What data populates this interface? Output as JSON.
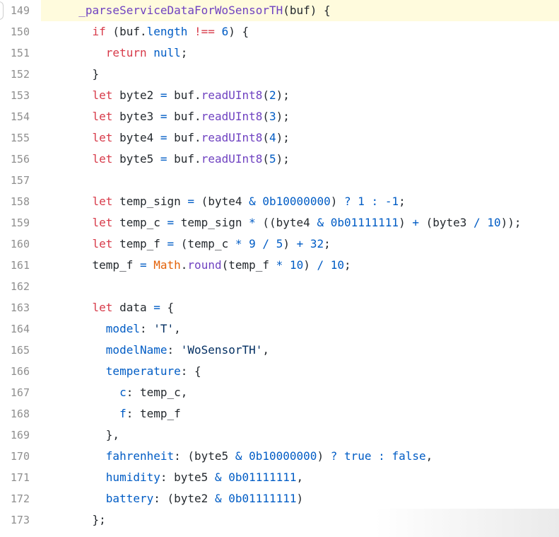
{
  "editor": {
    "highlighted_line": 149,
    "lines": [
      {
        "num": "149",
        "tokens": [
          {
            "t": "  _parseServiceDataForWoSensorTH",
            "k": "fn"
          },
          {
            "t": "(buf) {",
            "k": "plain"
          }
        ]
      },
      {
        "num": "150",
        "tokens": [
          {
            "t": "    ",
            "k": "plain"
          },
          {
            "t": "if",
            "k": "kw"
          },
          {
            "t": " (buf.",
            "k": "plain"
          },
          {
            "t": "length",
            "k": "prop"
          },
          {
            "t": " ",
            "k": "plain"
          },
          {
            "t": "!==",
            "k": "kw"
          },
          {
            "t": " ",
            "k": "plain"
          },
          {
            "t": "6",
            "k": "num"
          },
          {
            "t": ") {",
            "k": "plain"
          }
        ]
      },
      {
        "num": "151",
        "tokens": [
          {
            "t": "      ",
            "k": "plain"
          },
          {
            "t": "return",
            "k": "kw"
          },
          {
            "t": " ",
            "k": "plain"
          },
          {
            "t": "null",
            "k": "num"
          },
          {
            "t": ";",
            "k": "plain"
          }
        ]
      },
      {
        "num": "152",
        "tokens": [
          {
            "t": "    }",
            "k": "plain"
          }
        ]
      },
      {
        "num": "153",
        "tokens": [
          {
            "t": "    ",
            "k": "plain"
          },
          {
            "t": "let",
            "k": "kw"
          },
          {
            "t": " byte2 ",
            "k": "plain"
          },
          {
            "t": "=",
            "k": "op"
          },
          {
            "t": " buf.",
            "k": "plain"
          },
          {
            "t": "readUInt8",
            "k": "fn"
          },
          {
            "t": "(",
            "k": "plain"
          },
          {
            "t": "2",
            "k": "num"
          },
          {
            "t": ");",
            "k": "plain"
          }
        ]
      },
      {
        "num": "154",
        "tokens": [
          {
            "t": "    ",
            "k": "plain"
          },
          {
            "t": "let",
            "k": "kw"
          },
          {
            "t": " byte3 ",
            "k": "plain"
          },
          {
            "t": "=",
            "k": "op"
          },
          {
            "t": " buf.",
            "k": "plain"
          },
          {
            "t": "readUInt8",
            "k": "fn"
          },
          {
            "t": "(",
            "k": "plain"
          },
          {
            "t": "3",
            "k": "num"
          },
          {
            "t": ");",
            "k": "plain"
          }
        ]
      },
      {
        "num": "155",
        "tokens": [
          {
            "t": "    ",
            "k": "plain"
          },
          {
            "t": "let",
            "k": "kw"
          },
          {
            "t": " byte4 ",
            "k": "plain"
          },
          {
            "t": "=",
            "k": "op"
          },
          {
            "t": " buf.",
            "k": "plain"
          },
          {
            "t": "readUInt8",
            "k": "fn"
          },
          {
            "t": "(",
            "k": "plain"
          },
          {
            "t": "4",
            "k": "num"
          },
          {
            "t": ");",
            "k": "plain"
          }
        ]
      },
      {
        "num": "156",
        "tokens": [
          {
            "t": "    ",
            "k": "plain"
          },
          {
            "t": "let",
            "k": "kw"
          },
          {
            "t": " byte5 ",
            "k": "plain"
          },
          {
            "t": "=",
            "k": "op"
          },
          {
            "t": " buf.",
            "k": "plain"
          },
          {
            "t": "readUInt8",
            "k": "fn"
          },
          {
            "t": "(",
            "k": "plain"
          },
          {
            "t": "5",
            "k": "num"
          },
          {
            "t": ");",
            "k": "plain"
          }
        ]
      },
      {
        "num": "157",
        "tokens": []
      },
      {
        "num": "158",
        "tokens": [
          {
            "t": "    ",
            "k": "plain"
          },
          {
            "t": "let",
            "k": "kw"
          },
          {
            "t": " temp_sign ",
            "k": "plain"
          },
          {
            "t": "=",
            "k": "op"
          },
          {
            "t": " (byte4 ",
            "k": "plain"
          },
          {
            "t": "&",
            "k": "op"
          },
          {
            "t": " ",
            "k": "plain"
          },
          {
            "t": "0b10000000",
            "k": "num"
          },
          {
            "t": ") ",
            "k": "plain"
          },
          {
            "t": "?",
            "k": "op"
          },
          {
            "t": " ",
            "k": "plain"
          },
          {
            "t": "1",
            "k": "num"
          },
          {
            "t": " ",
            "k": "plain"
          },
          {
            "t": ":",
            "k": "op"
          },
          {
            "t": " ",
            "k": "plain"
          },
          {
            "t": "-1",
            "k": "num"
          },
          {
            "t": ";",
            "k": "plain"
          }
        ]
      },
      {
        "num": "159",
        "tokens": [
          {
            "t": "    ",
            "k": "plain"
          },
          {
            "t": "let",
            "k": "kw"
          },
          {
            "t": " temp_c ",
            "k": "plain"
          },
          {
            "t": "=",
            "k": "op"
          },
          {
            "t": " temp_sign ",
            "k": "plain"
          },
          {
            "t": "*",
            "k": "op"
          },
          {
            "t": " ((byte4 ",
            "k": "plain"
          },
          {
            "t": "&",
            "k": "op"
          },
          {
            "t": " ",
            "k": "plain"
          },
          {
            "t": "0b01111111",
            "k": "num"
          },
          {
            "t": ") ",
            "k": "plain"
          },
          {
            "t": "+",
            "k": "op"
          },
          {
            "t": " (byte3 ",
            "k": "plain"
          },
          {
            "t": "/",
            "k": "op"
          },
          {
            "t": " ",
            "k": "plain"
          },
          {
            "t": "10",
            "k": "num"
          },
          {
            "t": "));",
            "k": "plain"
          }
        ]
      },
      {
        "num": "160",
        "tokens": [
          {
            "t": "    ",
            "k": "plain"
          },
          {
            "t": "let",
            "k": "kw"
          },
          {
            "t": " temp_f ",
            "k": "plain"
          },
          {
            "t": "=",
            "k": "op"
          },
          {
            "t": " (temp_c ",
            "k": "plain"
          },
          {
            "t": "*",
            "k": "op"
          },
          {
            "t": " ",
            "k": "plain"
          },
          {
            "t": "9",
            "k": "num"
          },
          {
            "t": " ",
            "k": "plain"
          },
          {
            "t": "/",
            "k": "op"
          },
          {
            "t": " ",
            "k": "plain"
          },
          {
            "t": "5",
            "k": "num"
          },
          {
            "t": ") ",
            "k": "plain"
          },
          {
            "t": "+",
            "k": "op"
          },
          {
            "t": " ",
            "k": "plain"
          },
          {
            "t": "32",
            "k": "num"
          },
          {
            "t": ";",
            "k": "plain"
          }
        ]
      },
      {
        "num": "161",
        "tokens": [
          {
            "t": "    temp_f ",
            "k": "plain"
          },
          {
            "t": "=",
            "k": "op"
          },
          {
            "t": " ",
            "k": "plain"
          },
          {
            "t": "Math",
            "k": "cls"
          },
          {
            "t": ".",
            "k": "plain"
          },
          {
            "t": "round",
            "k": "fn"
          },
          {
            "t": "(temp_f ",
            "k": "plain"
          },
          {
            "t": "*",
            "k": "op"
          },
          {
            "t": " ",
            "k": "plain"
          },
          {
            "t": "10",
            "k": "num"
          },
          {
            "t": ") ",
            "k": "plain"
          },
          {
            "t": "/",
            "k": "op"
          },
          {
            "t": " ",
            "k": "plain"
          },
          {
            "t": "10",
            "k": "num"
          },
          {
            "t": ";",
            "k": "plain"
          }
        ]
      },
      {
        "num": "162",
        "tokens": []
      },
      {
        "num": "163",
        "tokens": [
          {
            "t": "    ",
            "k": "plain"
          },
          {
            "t": "let",
            "k": "kw"
          },
          {
            "t": " data ",
            "k": "plain"
          },
          {
            "t": "=",
            "k": "op"
          },
          {
            "t": " {",
            "k": "plain"
          }
        ]
      },
      {
        "num": "164",
        "tokens": [
          {
            "t": "      ",
            "k": "plain"
          },
          {
            "t": "model",
            "k": "prop"
          },
          {
            "t": ": ",
            "k": "plain"
          },
          {
            "t": "'T'",
            "k": "str"
          },
          {
            "t": ",",
            "k": "plain"
          }
        ]
      },
      {
        "num": "165",
        "tokens": [
          {
            "t": "      ",
            "k": "plain"
          },
          {
            "t": "modelName",
            "k": "prop"
          },
          {
            "t": ": ",
            "k": "plain"
          },
          {
            "t": "'WoSensorTH'",
            "k": "str"
          },
          {
            "t": ",",
            "k": "plain"
          }
        ]
      },
      {
        "num": "166",
        "tokens": [
          {
            "t": "      ",
            "k": "plain"
          },
          {
            "t": "temperature",
            "k": "prop"
          },
          {
            "t": ": {",
            "k": "plain"
          }
        ]
      },
      {
        "num": "167",
        "tokens": [
          {
            "t": "        ",
            "k": "plain"
          },
          {
            "t": "c",
            "k": "prop"
          },
          {
            "t": ": temp_c,",
            "k": "plain"
          }
        ]
      },
      {
        "num": "168",
        "tokens": [
          {
            "t": "        ",
            "k": "plain"
          },
          {
            "t": "f",
            "k": "prop"
          },
          {
            "t": ": temp_f",
            "k": "plain"
          }
        ]
      },
      {
        "num": "169",
        "tokens": [
          {
            "t": "      },",
            "k": "plain"
          }
        ]
      },
      {
        "num": "170",
        "tokens": [
          {
            "t": "      ",
            "k": "plain"
          },
          {
            "t": "fahrenheit",
            "k": "prop"
          },
          {
            "t": ": (byte5 ",
            "k": "plain"
          },
          {
            "t": "&",
            "k": "op"
          },
          {
            "t": " ",
            "k": "plain"
          },
          {
            "t": "0b10000000",
            "k": "num"
          },
          {
            "t": ") ",
            "k": "plain"
          },
          {
            "t": "?",
            "k": "op"
          },
          {
            "t": " ",
            "k": "plain"
          },
          {
            "t": "true",
            "k": "num"
          },
          {
            "t": " ",
            "k": "plain"
          },
          {
            "t": ":",
            "k": "op"
          },
          {
            "t": " ",
            "k": "plain"
          },
          {
            "t": "false",
            "k": "num"
          },
          {
            "t": ",",
            "k": "plain"
          }
        ]
      },
      {
        "num": "171",
        "tokens": [
          {
            "t": "      ",
            "k": "plain"
          },
          {
            "t": "humidity",
            "k": "prop"
          },
          {
            "t": ": byte5 ",
            "k": "plain"
          },
          {
            "t": "&",
            "k": "op"
          },
          {
            "t": " ",
            "k": "plain"
          },
          {
            "t": "0b01111111",
            "k": "num"
          },
          {
            "t": ",",
            "k": "plain"
          }
        ]
      },
      {
        "num": "172",
        "tokens": [
          {
            "t": "      ",
            "k": "plain"
          },
          {
            "t": "battery",
            "k": "prop"
          },
          {
            "t": ": (byte2 ",
            "k": "plain"
          },
          {
            "t": "&",
            "k": "op"
          },
          {
            "t": " ",
            "k": "plain"
          },
          {
            "t": "0b01111111",
            "k": "num"
          },
          {
            "t": ")",
            "k": "plain"
          }
        ]
      },
      {
        "num": "173",
        "tokens": [
          {
            "t": "    };",
            "k": "plain"
          }
        ]
      }
    ]
  }
}
